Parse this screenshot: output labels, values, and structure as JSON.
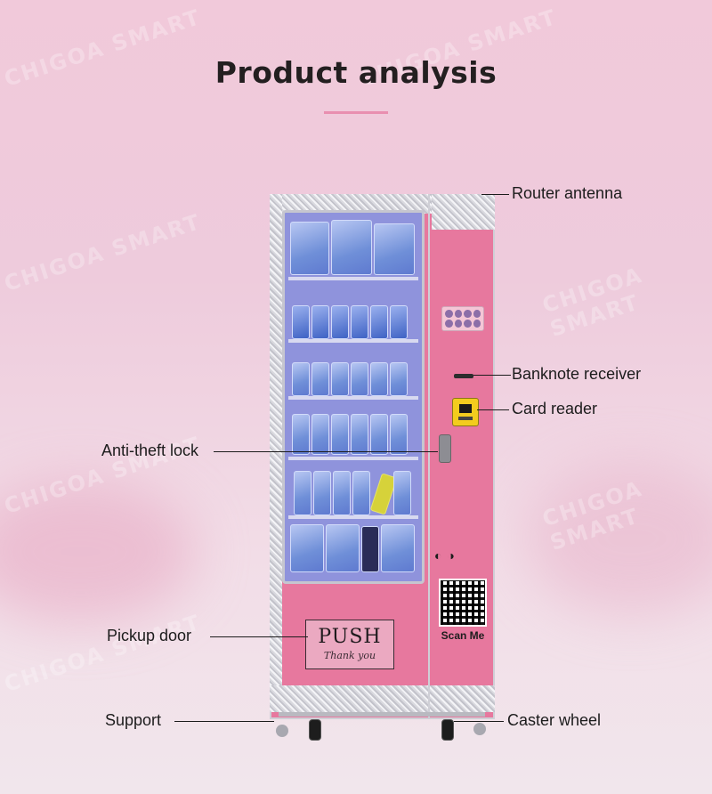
{
  "page": {
    "title": "Product analysis",
    "watermark": "CHIGOA SMART"
  },
  "machine": {
    "push_label": "PUSH",
    "thank_label": "Thank you",
    "scan_label": "Scan Me"
  },
  "annotations": {
    "router_antenna": "Router antenna",
    "banknote_receiver": "Banknote receiver",
    "card_reader": "Card reader",
    "anti_theft_lock": "Anti-theft lock",
    "pickup_door": "Pickup door",
    "support": "Support",
    "caster_wheel": "Caster wheel"
  },
  "colors": {
    "machine_body": "#e7789e",
    "accent_line": "#e98fb0",
    "background": "#f1c9da"
  }
}
